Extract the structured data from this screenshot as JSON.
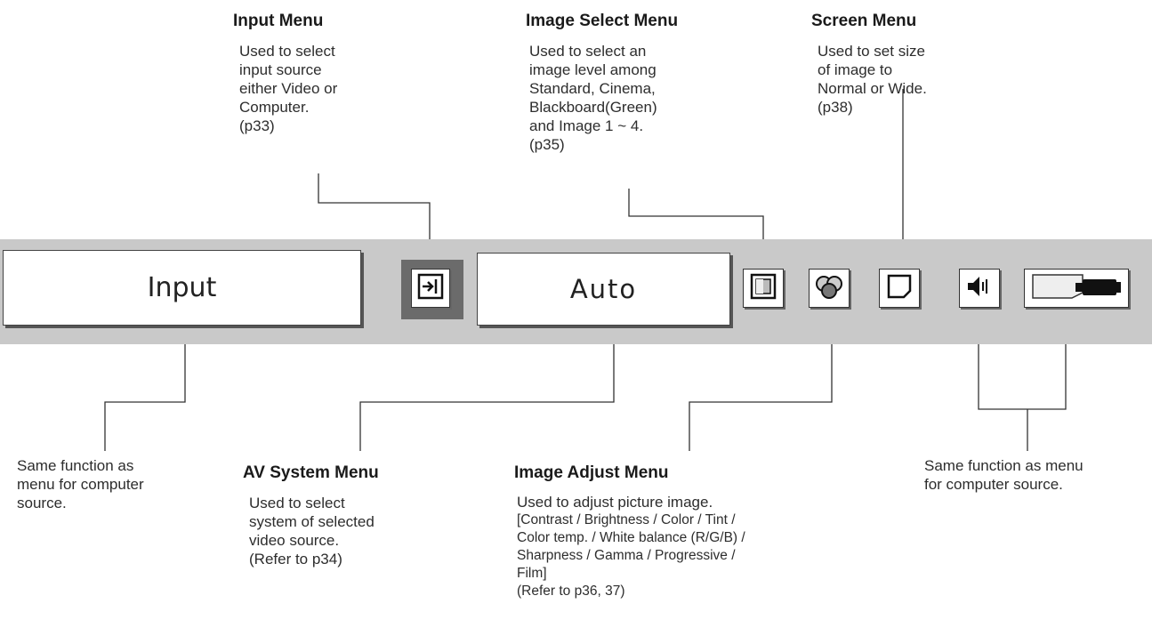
{
  "menubar": {
    "input_label": "Input",
    "av_system_value": "Auto",
    "icons": [
      "input-source-icon",
      "image-select-icon",
      "image-adjust-icon",
      "screen-icon",
      "sound-icon",
      "setting-icon"
    ]
  },
  "callouts": {
    "input_menu": {
      "title": "Input Menu",
      "lines": [
        "Used to select",
        "input source",
        "either Video or",
        "Computer.",
        "(p33)"
      ]
    },
    "image_select_menu": {
      "title": "Image Select Menu",
      "lines": [
        "Used to select an",
        "image level among",
        "Standard, Cinema,",
        "Blackboard(Green)",
        "and Image 1 ~ 4.",
        "(p35)"
      ]
    },
    "screen_menu": {
      "title": "Screen Menu",
      "lines": [
        "Used to set size",
        "of image to",
        "Normal or Wide.",
        "(p38)"
      ]
    },
    "same_function_computer": {
      "lines": [
        "Same function as",
        "menu for computer",
        "source."
      ]
    },
    "av_system_menu": {
      "title": "AV System Menu",
      "lines": [
        "Used to select",
        "system of selected",
        "video source.",
        "(Refer to p34)"
      ]
    },
    "image_adjust_menu": {
      "title": "Image Adjust Menu",
      "lines": [
        " Used to adjust picture image.",
        "[Contrast / Brightness / Color / Tint /",
        "Color temp. / White balance (R/G/B) /",
        "Sharpness / Gamma / Progressive /",
        "Film]",
        " (Refer to p36, 37)"
      ]
    },
    "same_function_menu": {
      "lines": [
        "Same function as menu",
        "for computer source."
      ]
    }
  }
}
